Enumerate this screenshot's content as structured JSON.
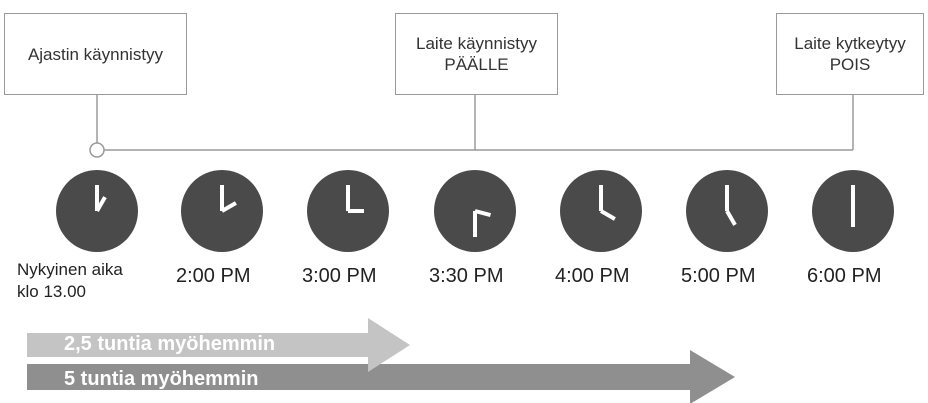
{
  "callouts": {
    "timer_start": "Ajastin käynnistyy",
    "device_on_line1": "Laite käynnistyy",
    "device_on_line2": "PÄÄLLE",
    "device_off_line1": "Laite kytkeytyy",
    "device_off_line2": "POIS"
  },
  "current_time": {
    "line1": "Nykyinen aika",
    "line2": "klo 13.00"
  },
  "clocks": [
    {
      "label": "",
      "hour": 1,
      "minute": 0
    },
    {
      "label": "2:00 PM",
      "hour": 2,
      "minute": 0
    },
    {
      "label": "3:00 PM",
      "hour": 3,
      "minute": 0
    },
    {
      "label": "3:30 PM",
      "hour": 3,
      "minute": 30
    },
    {
      "label": "4:00 PM",
      "hour": 4,
      "minute": 0
    },
    {
      "label": "5:00 PM",
      "hour": 5,
      "minute": 0
    },
    {
      "label": "6:00 PM",
      "hour": 6,
      "minute": 0
    }
  ],
  "durations": {
    "short_label": "2,5 tuntia myöhemmin",
    "long_label": "5 tuntia myöhemmin"
  },
  "colors": {
    "clock_face": "#4a4a4a",
    "hand": "#ffffff",
    "line": "#9a9a9a",
    "arrow_short": "#c4c4c4",
    "arrow_long": "#8f8f8f"
  }
}
